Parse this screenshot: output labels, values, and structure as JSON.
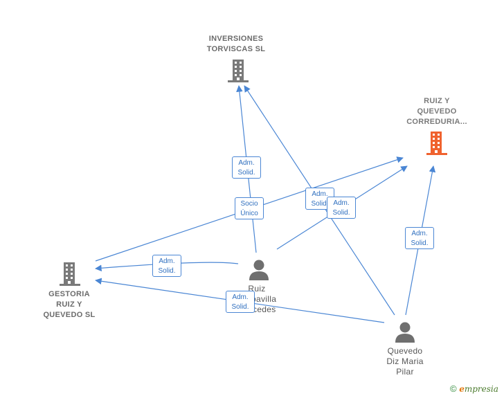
{
  "nodes": {
    "inversiones": {
      "label": "INVERSIONES\nTORVISCAS  SL",
      "kind": "company"
    },
    "ruiz_quevedo": {
      "label": "RUIZ Y\nQUEVEDO\nCORREDURIA...",
      "kind": "company-highlight"
    },
    "gestoria": {
      "label": "GESTORIA\nRUIZ Y\nQUEVEDO  SL",
      "kind": "company"
    },
    "ruiz_person": {
      "label": "Ruiz\nCarbavilla\nMercedes",
      "kind": "person"
    },
    "quevedo_person": {
      "label": "Quevedo\nDiz Maria\nPilar",
      "kind": "person"
    }
  },
  "edges": [
    {
      "from": "ruiz_person",
      "to": "inversiones",
      "label": "Adm.\nSolid."
    },
    {
      "from": "quevedo_person",
      "to": "inversiones",
      "label": "Adm.\nSolid."
    },
    {
      "from": "gestoria",
      "to": "ruiz_quevedo",
      "label": "Socio\nÚnico"
    },
    {
      "from": "ruiz_person",
      "to": "ruiz_quevedo",
      "label": "Adm.\nSolid."
    },
    {
      "from": "quevedo_person",
      "to": "ruiz_quevedo",
      "label": "Adm.\nSolid."
    },
    {
      "from": "ruiz_person",
      "to": "gestoria",
      "label": "Adm.\nSolid."
    },
    {
      "from": "quevedo_person",
      "to": "gestoria",
      "label": "Adm.\nSolid."
    }
  ],
  "colors": {
    "edge": "#4a86d4",
    "company_icon": "#7a7a7a",
    "highlight_icon": "#f0622e",
    "person_icon": "#6f6f6f"
  },
  "icons": {
    "company": "building-icon",
    "person": "person-icon",
    "copyright": "copyright-icon"
  },
  "footer": {
    "copyright_symbol": "©",
    "brand_initial": "e",
    "brand_rest": "mpresia"
  }
}
